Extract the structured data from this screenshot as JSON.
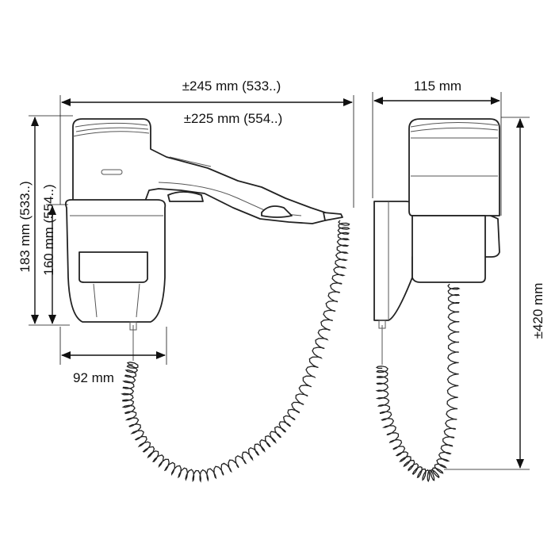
{
  "dimensions": {
    "width_overall": "±245 mm (533..)",
    "width_alt": "±225 mm (554..)",
    "depth": "115 mm",
    "height_outer": "183 mm (533..)",
    "height_inner": "160 mm (554..)",
    "holder_width": "92 mm",
    "total_height": "±420 mm"
  },
  "colors": {
    "line": "#111111",
    "product_fill": "#ffffff",
    "product_outline": "#222222"
  }
}
